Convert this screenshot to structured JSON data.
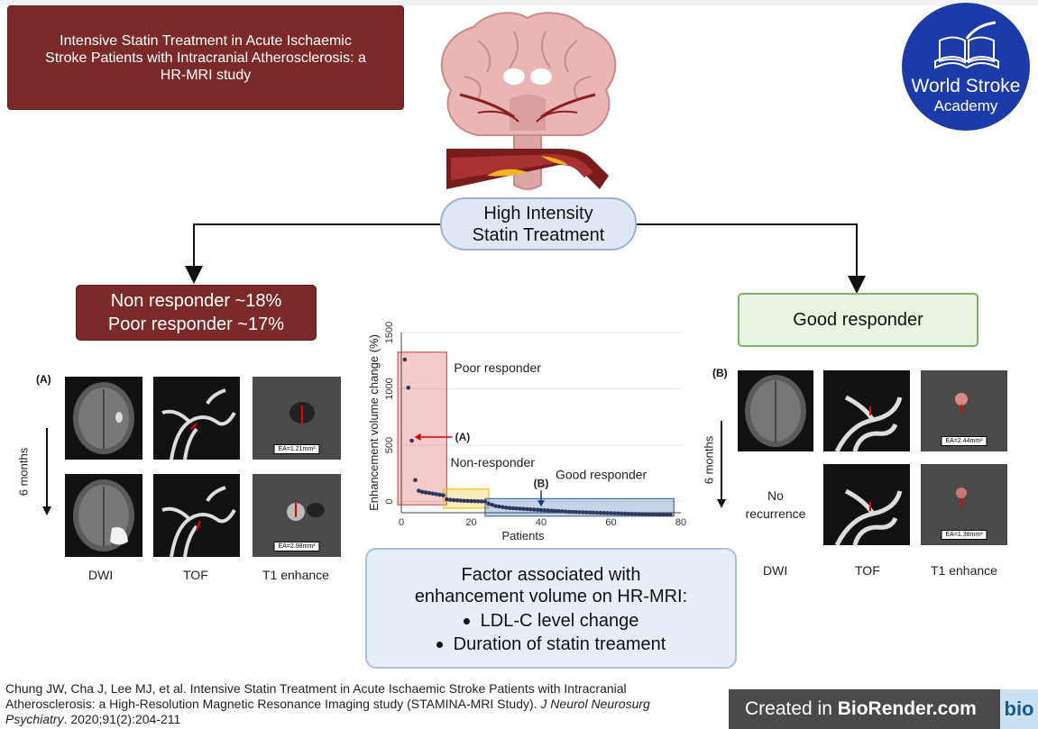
{
  "title": "Intensive Statin Treatment in Acute Ischaemic Stroke Patients with Intracranial Atherosclerosis: a HR-MRI study",
  "logo": {
    "line1": "World Stroke",
    "line2": "Academy"
  },
  "treatment": {
    "line1": "High Intensity",
    "line2": "Statin Treatment"
  },
  "non_responder": {
    "line1": "Non responder ~18%",
    "line2": "Poor responder ~17%"
  },
  "good_responder": "Good responder",
  "left_panel": {
    "letter": "(A)",
    "duration": "6 months",
    "ea_top": "EA=1.21mm²",
    "ea_bottom": "EA=2.98mm²",
    "captions": [
      "DWI",
      "TOF",
      "T1 enhance"
    ]
  },
  "right_panel": {
    "letter": "(B)",
    "duration": "6 months",
    "no_recurrence": [
      "No",
      "recurrence"
    ],
    "ea_top": "EA=2.44mm²",
    "ea_bottom": "EA=1.38mm²",
    "captions": [
      "DWI",
      "TOF",
      "T1 enhance"
    ]
  },
  "factor": {
    "heading_line1": "Factor associated with",
    "heading_line2": "enhancement volume on HR-MRI:",
    "items": [
      "LDL-C level change",
      "Duration of statin treament"
    ]
  },
  "citation": {
    "text": "Chung JW, Cha J, Lee MJ, et al. Intensive Statin Treatment in Acute Ischaemic Stroke Patients with Intracranial Atherosclerosis: a High-Resolution Magnetic Resonance Imaging study (STAMINA-MRI Study).",
    "journal": "J Neurol Neurosurg Psychiatry",
    "ref": ". 2020;91(2):204-211"
  },
  "biorender": {
    "prefix": "Created in ",
    "brand": "BioRender.com",
    "badge": "bio"
  },
  "colors": {
    "dark_red": "#7b2a2a",
    "navy_dots": "#2d3561",
    "logo_blue": "#1c3aa8",
    "green_border": "#7fb26a"
  },
  "chart_data": {
    "type": "scatter",
    "xlabel": "Patients",
    "ylabel": "Enhancement volume change (%)",
    "xlim": [
      0,
      80
    ],
    "ylim": [
      -100,
      1500
    ],
    "xticks": [
      0,
      20,
      40,
      60,
      80
    ],
    "yticks": [
      0,
      500,
      1000,
      1500
    ],
    "grid": "horizontal",
    "regions": [
      {
        "name": "Poor responder",
        "x_range": [
          -1,
          13
        ],
        "y_range": [
          -30,
          1325
        ],
        "color": "#d9534f"
      },
      {
        "name": "Non-responder",
        "x_range": [
          12,
          25
        ],
        "y_range": [
          -60,
          110
        ],
        "color": "#f0c419"
      },
      {
        "name": "Good responder",
        "x_range": [
          24,
          78
        ],
        "y_range": [
          -130,
          25
        ],
        "color": "#3f6fb5"
      }
    ],
    "annotations": [
      {
        "text": "(A)",
        "x": 3,
        "y": 540
      },
      {
        "text": "(B)",
        "x": 40,
        "y": -30
      }
    ],
    "series": [
      {
        "x": [
          1,
          2,
          3,
          4,
          5,
          6,
          7,
          8,
          9,
          10,
          11,
          12,
          13,
          14,
          15,
          16,
          17,
          18,
          19,
          20,
          21,
          22,
          23,
          24,
          25,
          26,
          27,
          28,
          29,
          30,
          31,
          32,
          33,
          34,
          35,
          36,
          37,
          38,
          39,
          40,
          41,
          42,
          43,
          44,
          45,
          46,
          47,
          48,
          49,
          50,
          51,
          52,
          53,
          54,
          55,
          56,
          57,
          58,
          59,
          60,
          61,
          62,
          63,
          64,
          65,
          66,
          67,
          68,
          69,
          70,
          71,
          72,
          73,
          74,
          75,
          76,
          77
        ],
        "y": [
          1260,
          1010,
          540,
          190,
          95,
          85,
          80,
          75,
          70,
          65,
          60,
          55,
          20,
          15,
          12,
          10,
          8,
          6,
          5,
          4,
          3,
          2,
          1,
          0,
          -20,
          -30,
          -40,
          -45,
          -50,
          -55,
          -58,
          -60,
          -62,
          -64,
          -66,
          -68,
          -70,
          -72,
          -74,
          -76,
          -78,
          -80,
          -82,
          -84,
          -86,
          -88,
          -90,
          -92,
          -93,
          -94,
          -95,
          -96,
          -97,
          -98,
          -99,
          -100,
          -101,
          -102,
          -103,
          -104,
          -105,
          -106,
          -107,
          -108,
          -109,
          -110,
          -111,
          -112,
          -113,
          -114,
          -115,
          -115,
          -116,
          -116,
          -117,
          -117,
          -118
        ]
      }
    ]
  }
}
